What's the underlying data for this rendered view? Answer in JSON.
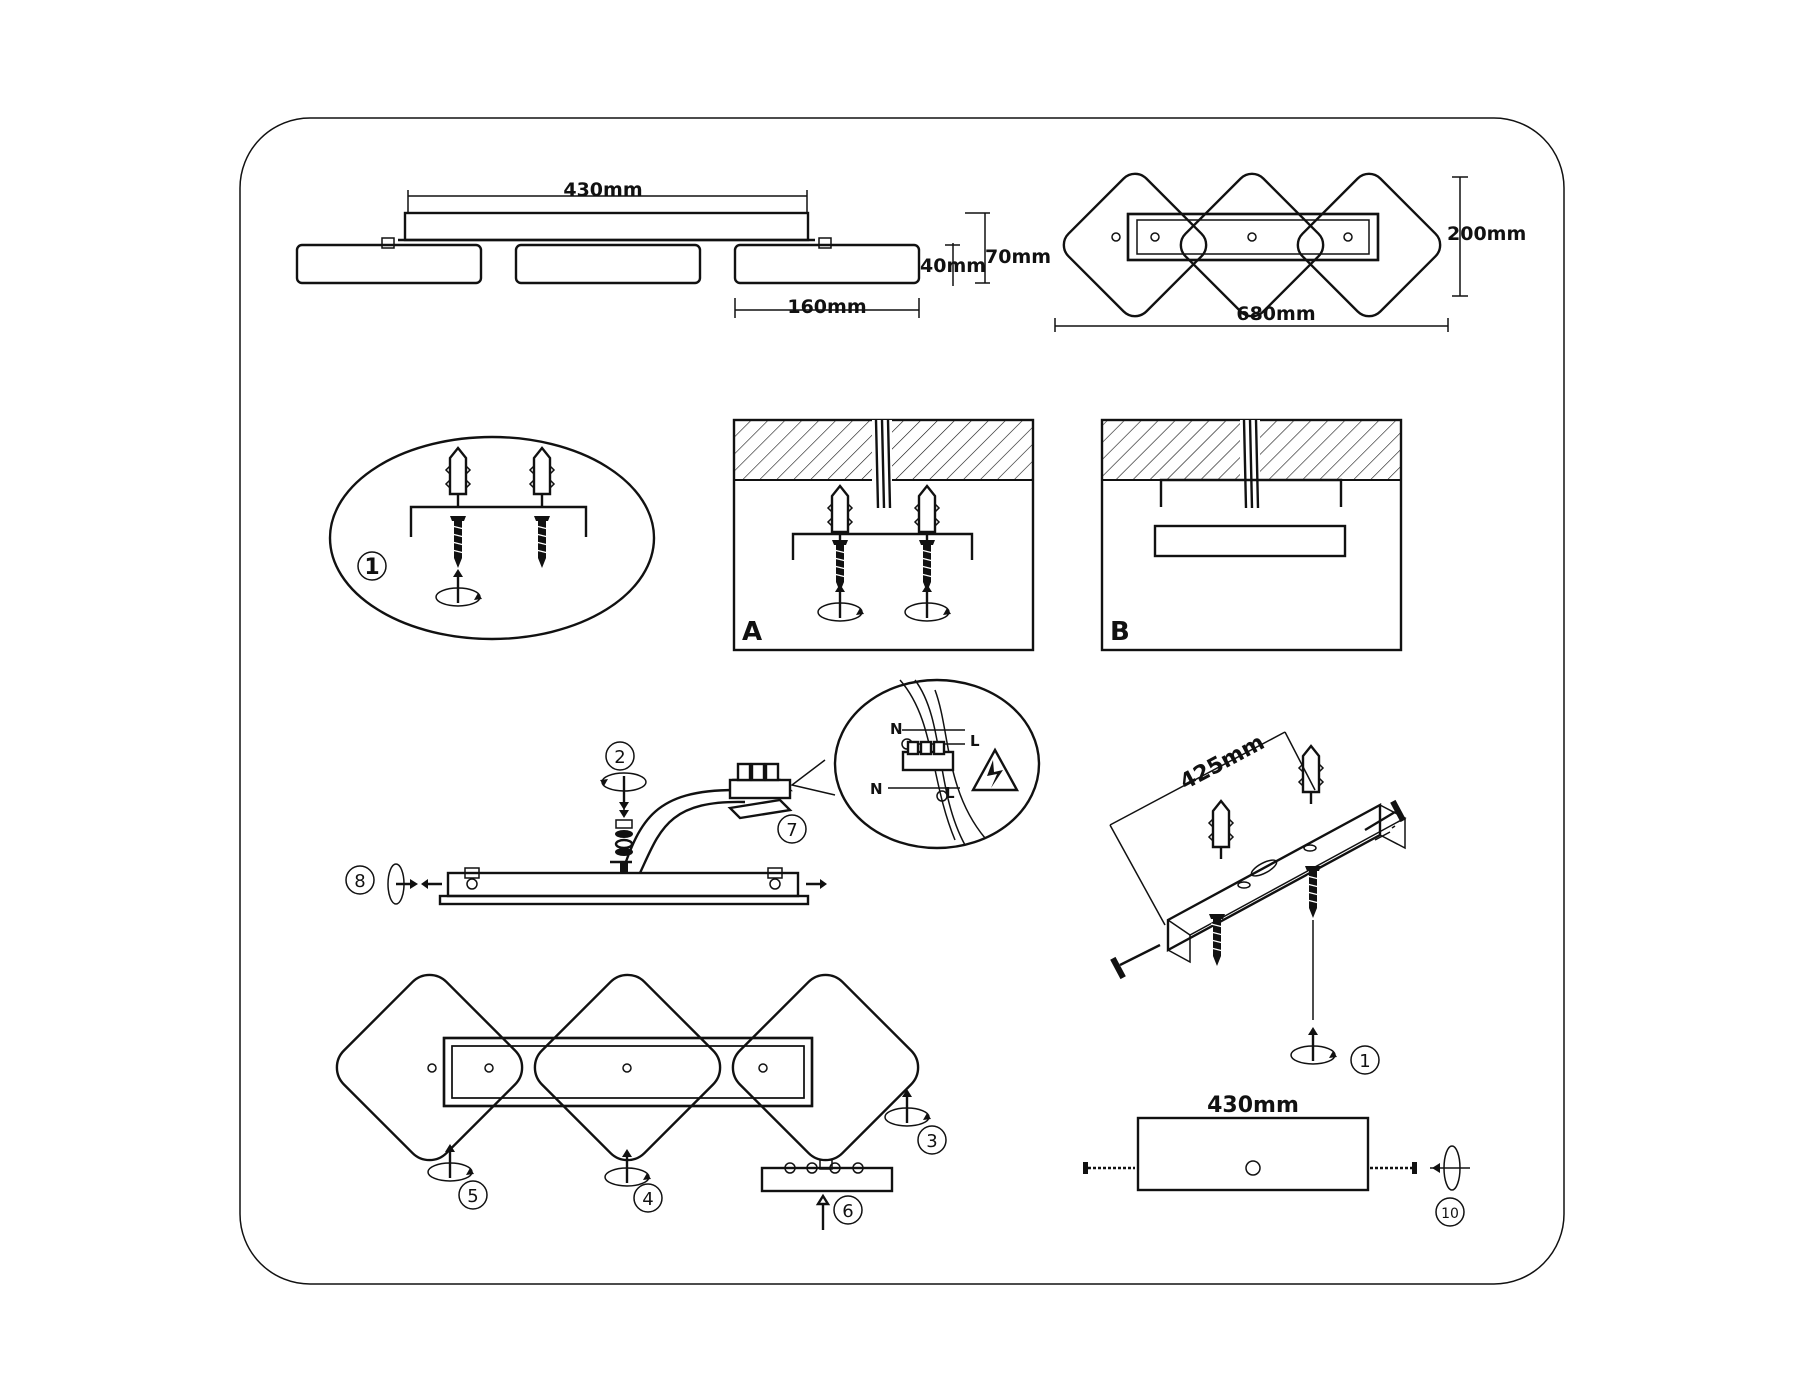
{
  "dimensions": {
    "side_length": "430mm",
    "side_total_height": "70mm",
    "side_panel_height": "40mm",
    "side_panel_width": "160mm",
    "top_width": "680mm",
    "top_height": "200mm",
    "bracket_diag": "425mm",
    "bracket_length": "430mm"
  },
  "panels": {
    "a": "A",
    "b": "B"
  },
  "wiring": {
    "n_top": "N",
    "l_top": "L",
    "n_bottom": "N",
    "l_bottom": "L"
  },
  "steps": {
    "s1": "1",
    "s1b": "1",
    "s2": "2",
    "s3": "3",
    "s4": "4",
    "s5": "5",
    "s6": "6",
    "s7": "7",
    "s8": "8",
    "s10": "10"
  }
}
